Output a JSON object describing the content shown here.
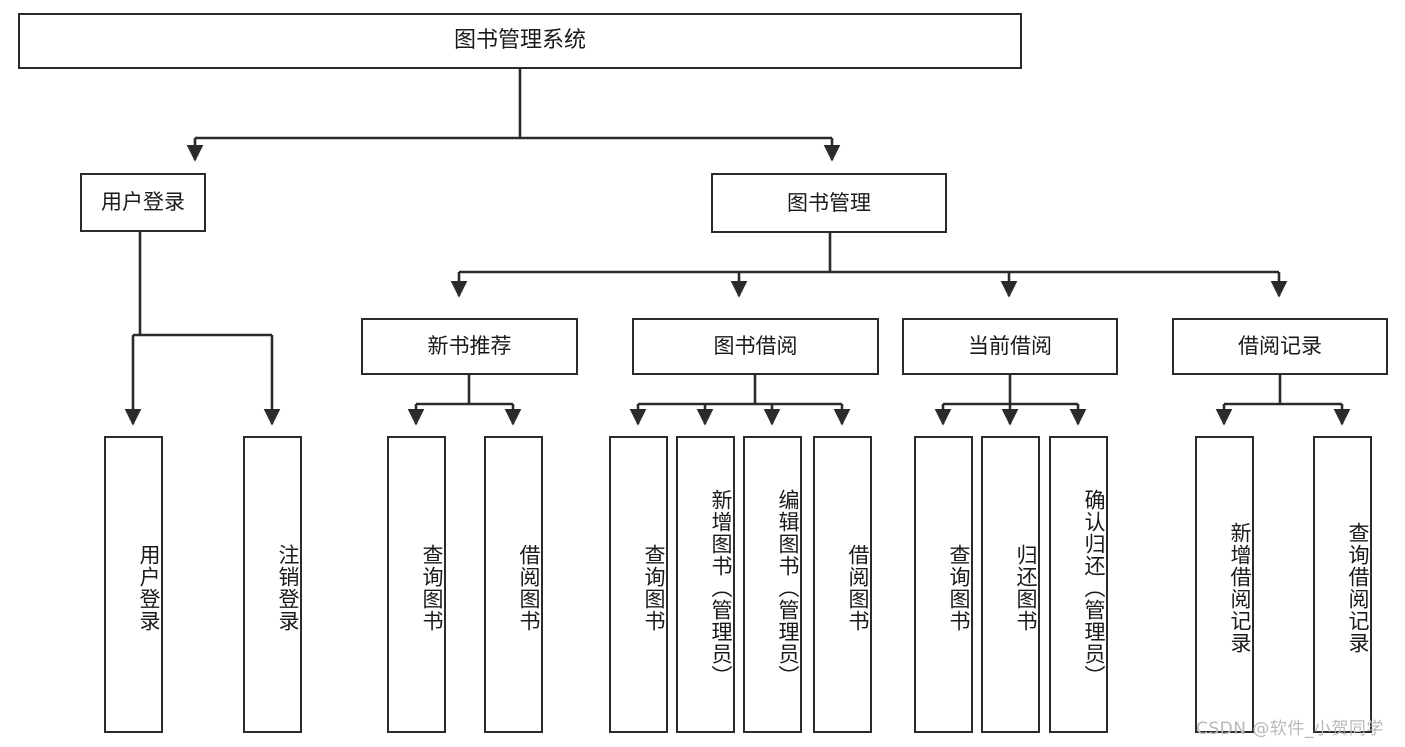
{
  "diagram": {
    "title": "图书管理系统",
    "type": "tree",
    "orientation": "top-down",
    "colors": {
      "box_border": "#2b2b2b",
      "box_fill": "#ffffff",
      "connector": "#2b2b2b",
      "text": "#1a1a1a",
      "watermark": "#b9b9b9",
      "background": "#ffffff"
    },
    "levels": {
      "root": {
        "label": "图书管理系统"
      },
      "level2": [
        {
          "id": "user-login",
          "label": "用户登录"
        },
        {
          "id": "book-management",
          "label": "图书管理"
        }
      ],
      "level3": [
        {
          "id": "new-book-recommend",
          "label": "新书推荐"
        },
        {
          "id": "book-borrow",
          "label": "图书借阅"
        },
        {
          "id": "current-borrow",
          "label": "当前借阅"
        },
        {
          "id": "borrow-record",
          "label": "借阅记录"
        }
      ],
      "leaves": {
        "user_login": [
          {
            "id": "leaf-user-login",
            "label": "用户登录"
          },
          {
            "id": "leaf-logout-login",
            "label": "注销登录"
          }
        ],
        "new_book_recommend": [
          {
            "id": "leaf-query-book-1",
            "label": "查询图书"
          },
          {
            "id": "leaf-borrow-book-1",
            "label": "借阅图书"
          }
        ],
        "book_borrow": [
          {
            "id": "leaf-query-book-2",
            "label": "查询图书"
          },
          {
            "id": "leaf-add-book",
            "label": "新增图书（管理员）"
          },
          {
            "id": "leaf-edit-book",
            "label": "编辑图书（管理员）"
          },
          {
            "id": "leaf-borrow-book-2",
            "label": "借阅图书"
          }
        ],
        "current_borrow": [
          {
            "id": "leaf-query-book-3",
            "label": "查询图书"
          },
          {
            "id": "leaf-return-book",
            "label": "归还图书"
          },
          {
            "id": "leaf-confirm-return",
            "label": "确认归还（管理员）"
          }
        ],
        "borrow_record": [
          {
            "id": "leaf-add-record",
            "label": "新增借阅记录"
          },
          {
            "id": "leaf-query-record",
            "label": "查询借阅记录"
          }
        ]
      }
    },
    "watermark": "CSDN @软件_小贺同学"
  }
}
